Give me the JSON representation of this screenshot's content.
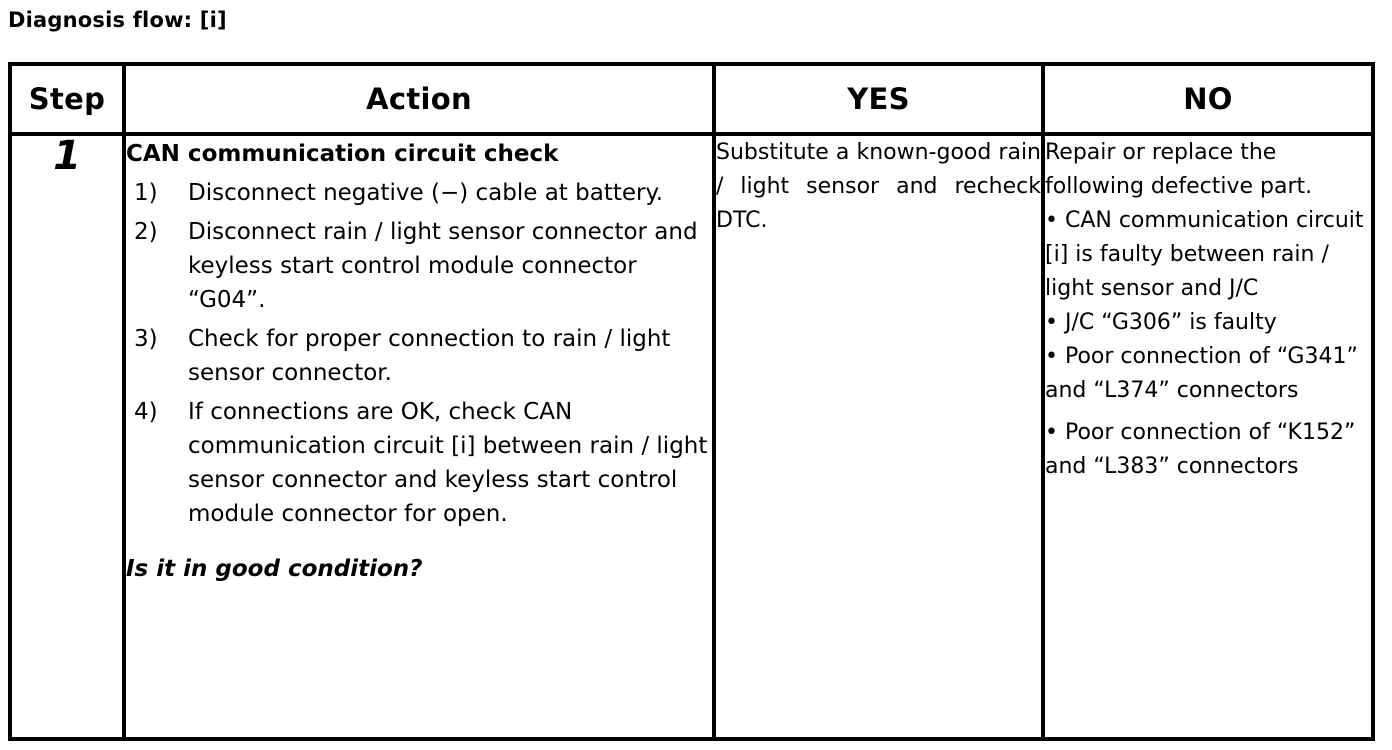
{
  "page": {
    "title": "Diagnosis flow: [i]"
  },
  "table": {
    "columns": [
      {
        "key": "step",
        "label": "Step"
      },
      {
        "key": "action",
        "label": "Action"
      },
      {
        "key": "yes",
        "label": "YES"
      },
      {
        "key": "no",
        "label": "NO"
      }
    ],
    "rows": [
      {
        "step": "1",
        "action": {
          "heading": "CAN communication circuit check",
          "steps": [
            {
              "marker": "1)",
              "text": "Disconnect negative (−) cable at battery."
            },
            {
              "marker": "2)",
              "text": "Disconnect rain / light sensor connector and keyless start control module connector “G04”."
            },
            {
              "marker": "3)",
              "text": "Check for proper connection to rain / light sensor connector."
            },
            {
              "marker": "4)",
              "text": "If connections are OK, check CAN communication circuit [i] between rain / light sensor connector and keyless start control module connector for open."
            }
          ],
          "question": "Is it in good condition?"
        },
        "yes": {
          "text": "Substitute a known-good rain / light sensor and recheck DTC."
        },
        "no": {
          "lead": "Repair or replace the following defective part.",
          "bullets": [
            "• CAN communication circuit [i] is faulty between rain / light sensor and J/C",
            "• J/C “G306” is faulty",
            "• Poor connection of “G341” and “L374” connectors",
            "• Poor connection of “K152” and “L383” connectors"
          ]
        }
      }
    ]
  },
  "colors": {
    "border": "#000000",
    "text": "#000000",
    "background": "#ffffff"
  }
}
